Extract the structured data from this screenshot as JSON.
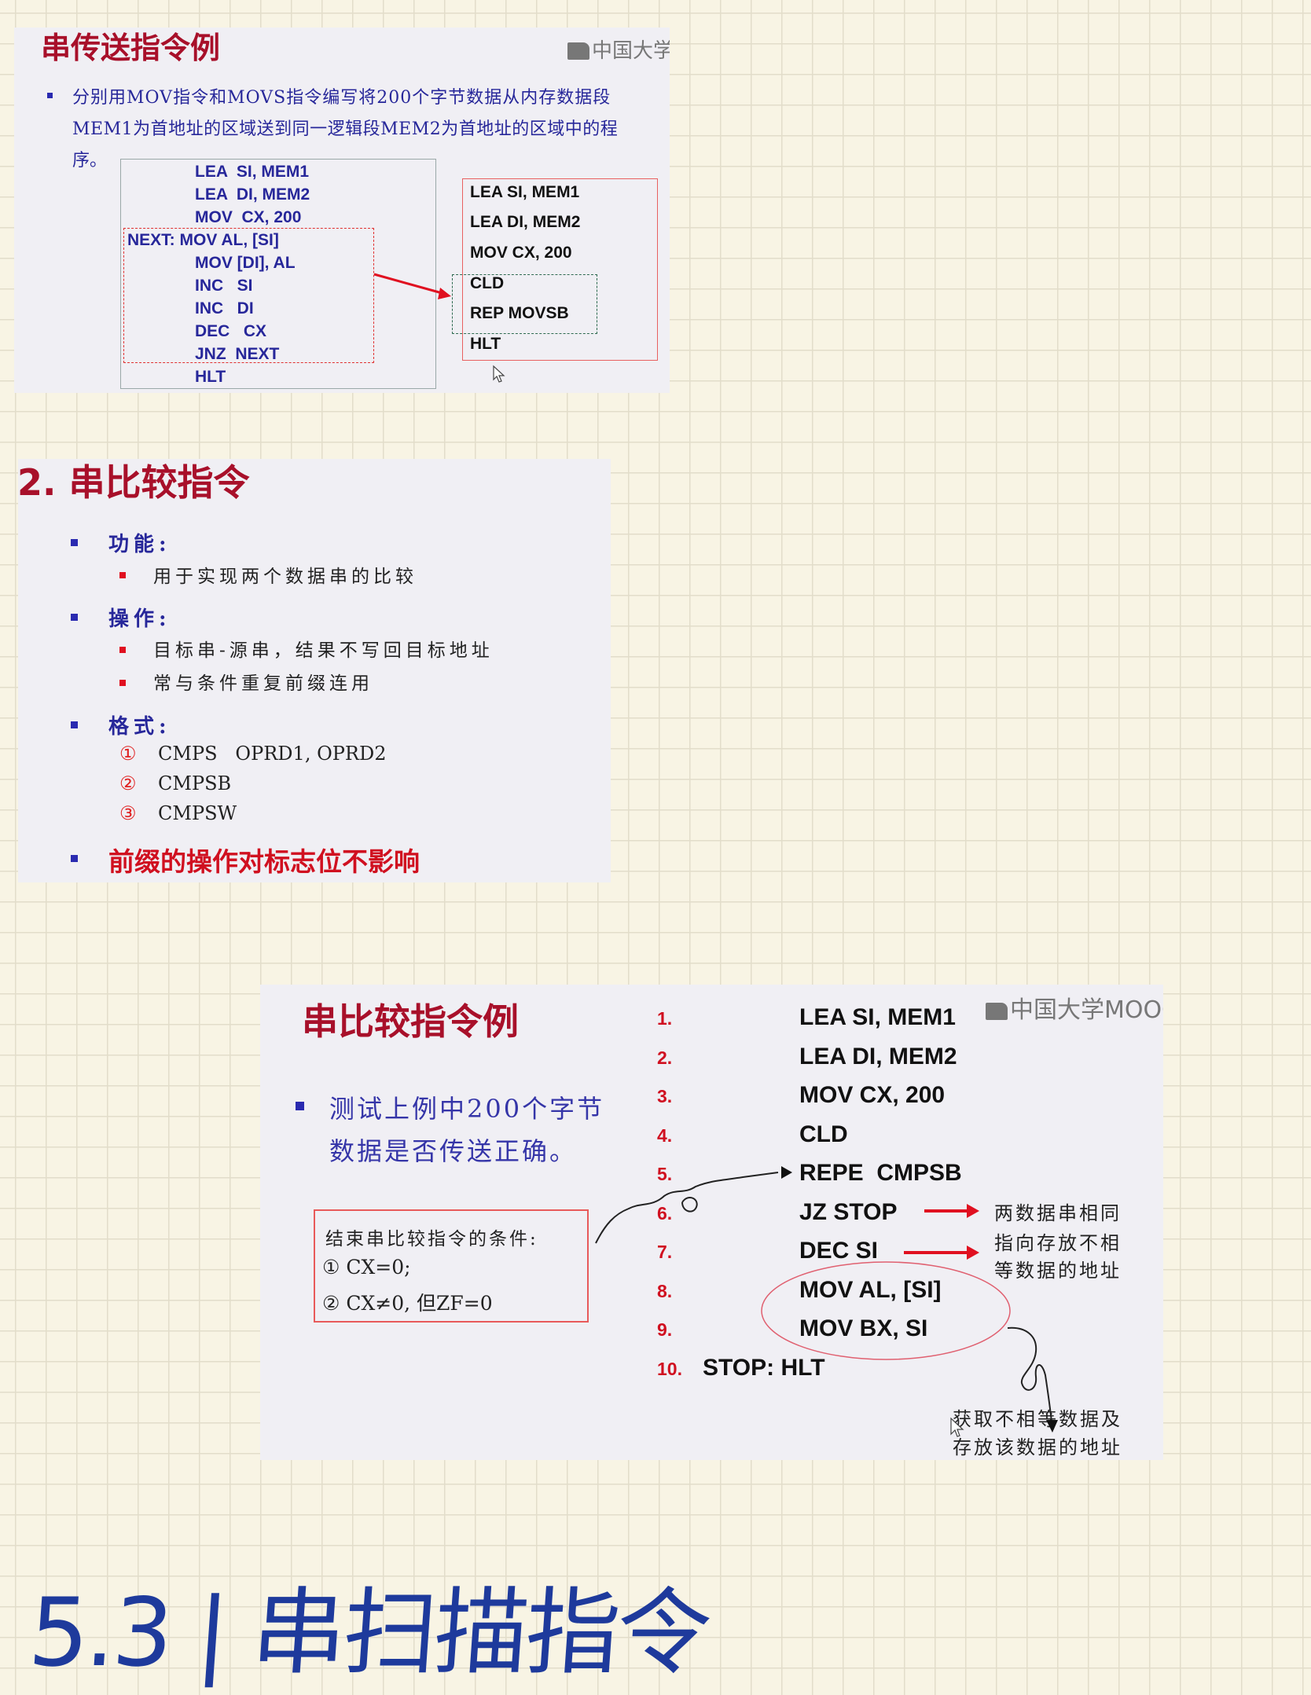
{
  "slide1": {
    "title": "串传送指令例",
    "logo": "中国大学M",
    "bullet_lines": [
      "分别用MOV指令和MOVS指令编写将200个字节数据从内存数据段",
      "MEM1为首地址的区域送到同一逻辑段MEM2为首地址的区域中的程",
      "序。"
    ],
    "mov_program": [
      "LEA  SI, MEM1",
      "LEA  DI, MEM2",
      "MOV  CX, 200",
      "NEXT: MOV AL, [SI]",
      "MOV [DI], AL",
      "INC   SI",
      "INC   DI",
      "DEC   CX",
      "JNZ  NEXT",
      "HLT"
    ],
    "movs_program": [
      "LEA SI, MEM1",
      "LEA DI, MEM2",
      "MOV CX, 200",
      "CLD",
      "REP MOVSB",
      "HLT"
    ]
  },
  "slide2": {
    "title": "2. 串比较指令",
    "sections": [
      {
        "label": "功能:",
        "items": [
          "用于实现两个数据串的比较"
        ]
      },
      {
        "label": "操作:",
        "items": [
          "目标串-源串，结果不写回目标地址",
          "常与条件重复前缀连用"
        ]
      },
      {
        "label": "格式:",
        "items": []
      }
    ],
    "formats": [
      {
        "num": "①",
        "text": "CMPS   OPRD1, OPRD2"
      },
      {
        "num": "②",
        "text": "CMPSB"
      },
      {
        "num": "③",
        "text": "CMPSW"
      }
    ],
    "note": "前缀的操作对标志位不影响"
  },
  "slide3": {
    "title": "串比较指令例",
    "logo": "中国大学MOOC",
    "bullet_lines": [
      "测试上例中200个字节",
      "数据是否传送正确。"
    ],
    "condition_lines": [
      "结束串比较指令的条件:",
      "① CX=0;",
      "② CX≠0, 但ZF=0"
    ],
    "lines": [
      {
        "num": "1.",
        "code": "LEA SI, MEM1"
      },
      {
        "num": "2.",
        "code": "LEA DI, MEM2"
      },
      {
        "num": "3.",
        "code": "MOV CX, 200"
      },
      {
        "num": "4.",
        "code": "CLD"
      },
      {
        "num": "5.",
        "code": "REPE  CMPSB"
      },
      {
        "num": "6.",
        "code": "JZ STOP"
      },
      {
        "num": "7.",
        "code": "DEC SI"
      },
      {
        "num": "8.",
        "code": "MOV AL, [SI]"
      },
      {
        "num": "9.",
        "code": "MOV BX, SI"
      },
      {
        "num": "10.",
        "code": "STOP: HLT"
      }
    ],
    "annotation_right": [
      "两数据串相同",
      "指向存放不相",
      "等数据的地址"
    ],
    "annotation_bottom": [
      "获取不相等数据及",
      "存放该数据的地址"
    ]
  },
  "handwritten_heading": "5.3 | 串扫描指令",
  "colors": {
    "title_red": "#a8102a",
    "navy": "#27279a",
    "ink_blue": "#1e3a9c",
    "arrow_red": "#e01020"
  }
}
